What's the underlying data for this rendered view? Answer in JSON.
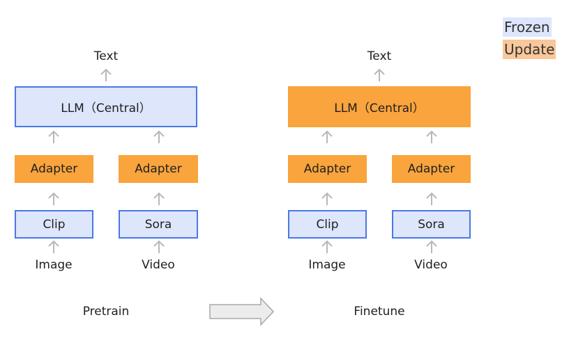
{
  "legend": {
    "frozen_label": "Frozen",
    "update_label": "Update",
    "frozen_color": "#dde6fb",
    "update_color": "#f9a43c"
  },
  "pretrain": {
    "output_label": "Text",
    "llm_label": "LLM（Central）",
    "adapter_left_label": "Adapter",
    "adapter_right_label": "Adapter",
    "encoder_left_label": "Clip",
    "encoder_right_label": "Sora",
    "input_left_label": "Image",
    "input_right_label": "Video",
    "stage_label": "Pretrain"
  },
  "finetune": {
    "output_label": "Text",
    "llm_label": "LLM（Central）",
    "adapter_left_label": "Adapter",
    "adapter_right_label": "Adapter",
    "encoder_left_label": "Clip",
    "encoder_right_label": "Sora",
    "input_left_label": "Image",
    "input_right_label": "Video",
    "stage_label": "Finetune"
  },
  "colors": {
    "frozen_border": "#4a78e6",
    "arrow_gray": "#b8b8b8",
    "transition_arrow_fill": "#ececec"
  }
}
